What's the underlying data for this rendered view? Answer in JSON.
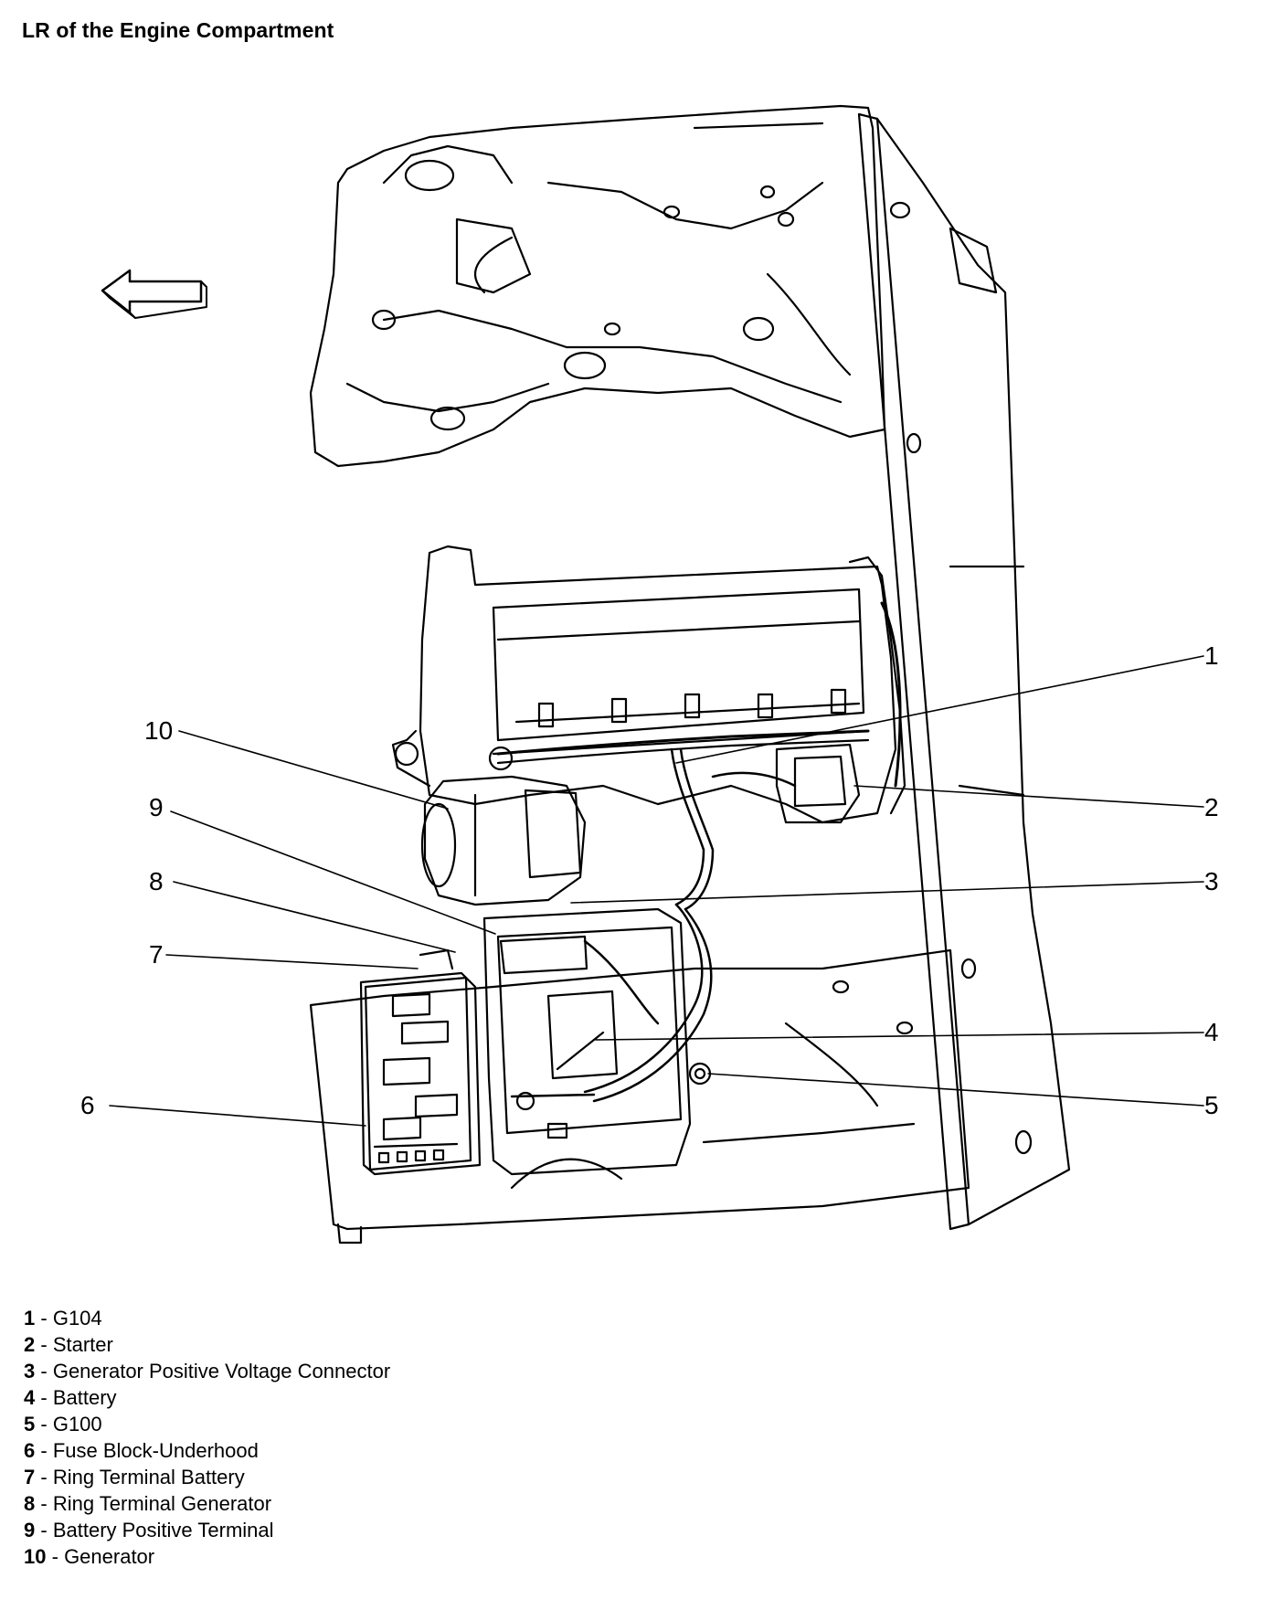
{
  "title": "LR of the Engine Compartment",
  "direction_arrow_icon": "arrow-left-icon",
  "callouts": [
    {
      "num": "1",
      "name": "G104"
    },
    {
      "num": "2",
      "name": "Starter"
    },
    {
      "num": "3",
      "name": "Generator Positive Voltage Connector"
    },
    {
      "num": "4",
      "name": "Battery"
    },
    {
      "num": "5",
      "name": "G100"
    },
    {
      "num": "6",
      "name": "Fuse Block-Underhood"
    },
    {
      "num": "7",
      "name": "Ring Terminal Battery"
    },
    {
      "num": "8",
      "name": "Ring Terminal Generator"
    },
    {
      "num": "9",
      "name": "Battery Positive Terminal"
    },
    {
      "num": "10",
      "name": "Generator"
    }
  ],
  "legend_separator": "-"
}
